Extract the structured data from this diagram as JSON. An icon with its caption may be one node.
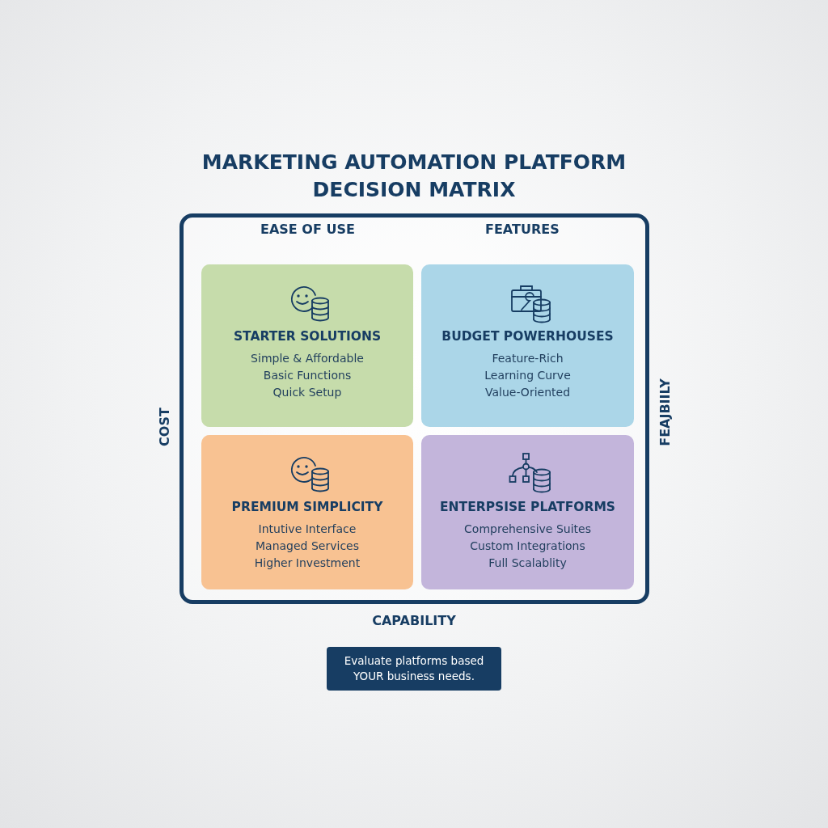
{
  "diagram": {
    "title": "MARKETING AUTOMATION PLATFORM DECISION MATRIX",
    "nodes": [
      {
        "text": [],
        "shape": "box"
      },
      {
        "text": [
          "STARTER SOLUTIONS",
          "Simple & Affordable",
          "Basic Functions",
          "Quick Setup"
        ],
        "in": 0
      },
      {
        "text": [
          "BUDGET POWERHOUSES",
          "Feature-Rich",
          "Learning Curve",
          "Value-Oriented"
        ],
        "in": 0
      },
      {
        "text": [
          "PREMIUM SIMPLICITY",
          "Intutive Interface",
          "Managed Services",
          "Higher Investment"
        ],
        "in": 0
      },
      {
        "text": [
          "ENTERPSISE PLATFORMS",
          "Comprehensive Suites",
          "Custom Integrations",
          "Full Scalablity"
        ],
        "in": 0
      },
      {
        "text": [
          "Evaluate platforms based YOUR business needs."
        ]
      }
    ],
    "labels": [
      "EASE OF USE",
      "FEATURES",
      "COST",
      "FEAJBIILY",
      "CAPABILITY"
    ]
  }
}
